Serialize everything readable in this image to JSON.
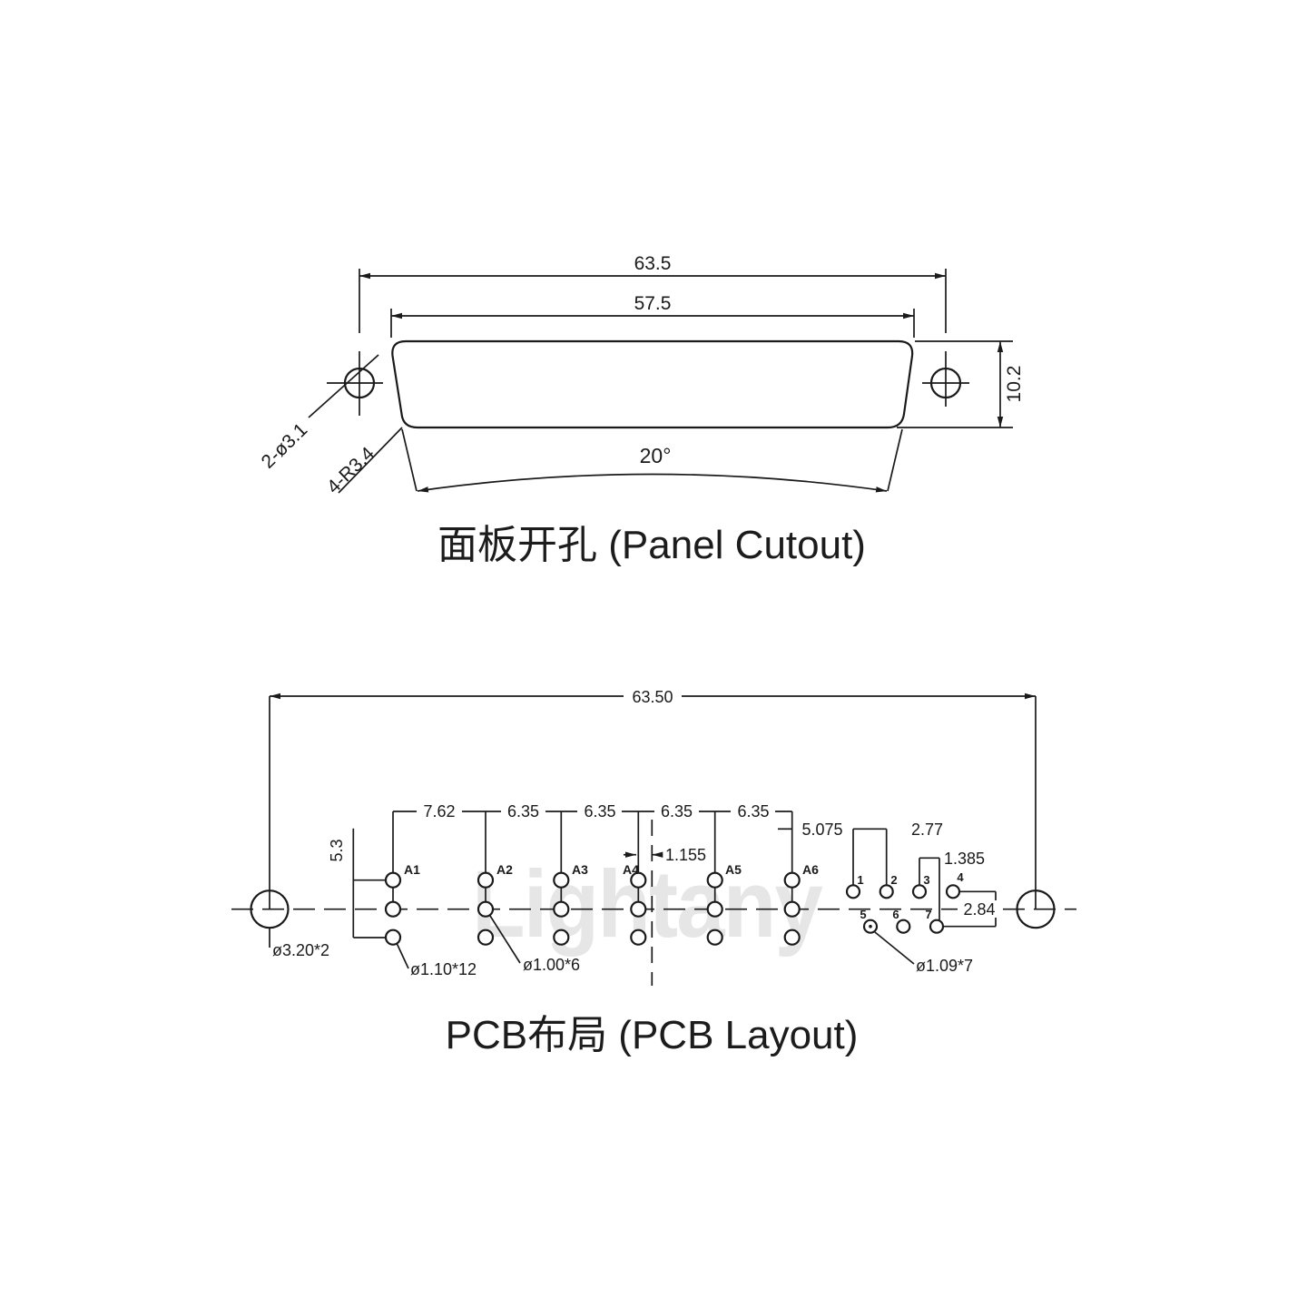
{
  "watermark": "Lightany",
  "panel_cutout": {
    "title": "面板开孔 (Panel Cutout)",
    "dim_outer_width": "63.5",
    "dim_inner_width": "57.5",
    "dim_height": "10.2",
    "dim_angle": "20°",
    "label_holes": "2-ø3.1",
    "label_corner_radius": "4-R3.4"
  },
  "pcb_layout": {
    "title": "PCB布局 (PCB Layout)",
    "dim_span": "63.50",
    "pitches": [
      "7.62",
      "6.35",
      "6.35",
      "6.35",
      "6.35"
    ],
    "dim_row_height": "5.3",
    "dim_center_offset": "1.155",
    "dim_a6_to_pin1": "5.075",
    "dim_pin_pitch": "2.77",
    "dim_pin3_offset": "1.385",
    "dim_pin_row_gap": "2.84",
    "label_mount_holes": "ø3.20*2",
    "label_outer_holes": "ø1.10*12",
    "label_center_holes": "ø1.00*6",
    "label_pin_holes": "ø1.09*7",
    "pad_labels": [
      "A1",
      "A2",
      "A3",
      "A4",
      "A5",
      "A6"
    ],
    "pin_labels": [
      "1",
      "2",
      "3",
      "4",
      "5",
      "6",
      "7"
    ]
  }
}
